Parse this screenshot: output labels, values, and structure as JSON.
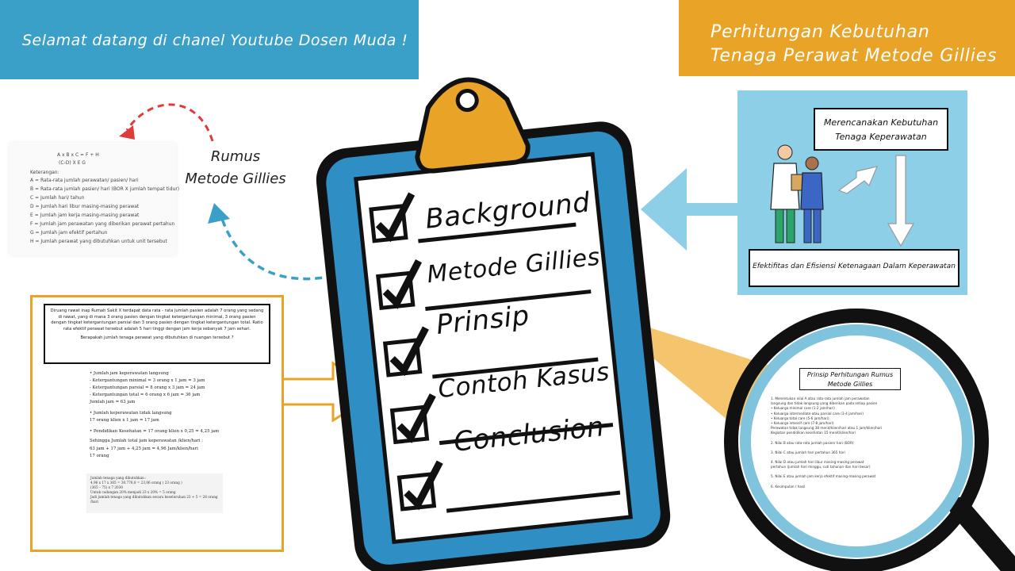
{
  "header": {
    "welcome": "Selamat datang di chanel Youtube Dosen Muda !",
    "title_line1": "Perhitungan Kebutuhan",
    "title_line2": "Tenaga Perawat Metode Gillies"
  },
  "rumus_label": {
    "line1": "Rumus",
    "line2": "Metode Gillies"
  },
  "formula_card": {
    "equation": "A x B x C     =    F   + H",
    "denominator": "(C-D) X E               G",
    "heading": "Keterangan:",
    "items": [
      "A   = Rata-rata jumlah perawatan/ pasien/ hari",
      "B   = Rata-rata jumlah pasien/ hari (BOR X jumlah tempat tidur)",
      "C   = Jumlah hari/ tahun",
      "D   = Jumlah hari libur masing-masing perawat",
      "E   = Jumlah jam kerja masing-masing perawat",
      "F   = Jumlah jam perawatan yang diberikan perawat pertahun",
      "G   = Jumlah jam efektif pertahun",
      "H   = Jumlah perawat yang dibutuhkan untuk unit tersebut"
    ]
  },
  "case_study": {
    "text": "Diruang rawat inap Rumah Sakit X terdapat data rata - rata jumlah pasien adalah 7 orang yang sedang di rawat, yang di mana 3 orang pasien dengan tingkat ketergantungan minimal, 3 orang pasien dengan tingkat ketergantungan parsial dan 3 orang pasien dengan tingkat ketergantungan total. Ratio rata efektif perawat tersebut adalah 5 hari tinggi dengan jam kerja sebanyak 7 jam sehari.",
    "question": "Berapakah jumlah tenaga perawat yang dibutuhkan di ruangan tersebut ?",
    "calc": [
      "•   Jumlah jam keperawatan langsung",
      "    - Ketergantungan minimal         = 3 orang x 1 jam = 3 jam",
      "    - Ketergantungan parsial          = 8 orang x 3 jam = 24 jam",
      "    - Ketergantungan total            = 6 orang x 6 jam = 36 jam",
      "                                    Jumlah jam          = 63 jam",
      "•   Jumlah keperawatan tidak langsung",
      "    17 orang klien x 1 jam = 17 jam",
      "•   Pendidikan Kesehatan = 17 orang klien x 0,25 = 4,25 jam",
      "    Sehingga Jumlah total jam keperawatan /klien/hari :",
      "    63 jam + 17 jam + 4,25 jam     = 4,96 Jam/klien/hari",
      "              17 orang"
    ],
    "calc2": [
      "Jumlah tenaga yang dibutuhkan :",
      "4,96 x 17 x 365       =    30.776,8    = 23,06 orang ( 23 orang )",
      "(365 – 75) x 7                  2030",
      "Untuk cadangan  20% menjadi      23 x 20%    = 5 orang",
      "Jadi jumlah tenaga yang dibutuhkan secara keseluruhan 23 + 5 = 28 orang /hari"
    ]
  },
  "clipboard": {
    "items": [
      "Background",
      "Metode Gillies",
      "Prinsip",
      "Contoh Kasus",
      "Conclusion"
    ]
  },
  "side_panel": {
    "plan": "Merencanakan Kebutuhan Tenaga Keperawatan",
    "effect": "Efektifitas dan Efisiensi Ketenagaan Dalam Keperawatan"
  },
  "magnifier": {
    "title": "Prinsip Perhitungan Rumus Metode Gillies",
    "lines": [
      "1. Menentukan nilai A atau rata-rata jumlah jam perawatan",
      "langsung dan tidak langsung yang diberikan pada setiap pasien",
      "• Keluarga minimal care (1-2 jam/hari)",
      "• Keluarga intermediate atau parsial care (3-4 jam/hari)",
      "• Keluarga total care (5-6 jam/hari)",
      "• Keluarga intensif care (7-8 jam/hari)",
      "Perawatan tidak langsung 38 menit/klien/hari atau 1 jam/klien/hari",
      "Kegiatan pendidikan kesehatan 15 menit/klien/hari",
      "2. Nilai B atau rata-rata jumlah pasien/ hari (BOR)",
      "3. Nilai C atau jumlah hari pertahun 365 hari",
      "4. Nilai D atau jumlah hari libur masing-masing perawat",
      "pertahun (jumlah hari minggu, cuti tahunan dan hari besar)",
      "5. Nilai E atau jumlah jam kerja efektif masing-masing perawat",
      "6. Kesimpulan / hasil"
    ]
  },
  "colors": {
    "blue": "#3aa0c8",
    "orange": "#e9a428",
    "light_blue": "#8ecfe8",
    "clip_blue": "#2f8fc4",
    "dark": "#111111"
  }
}
